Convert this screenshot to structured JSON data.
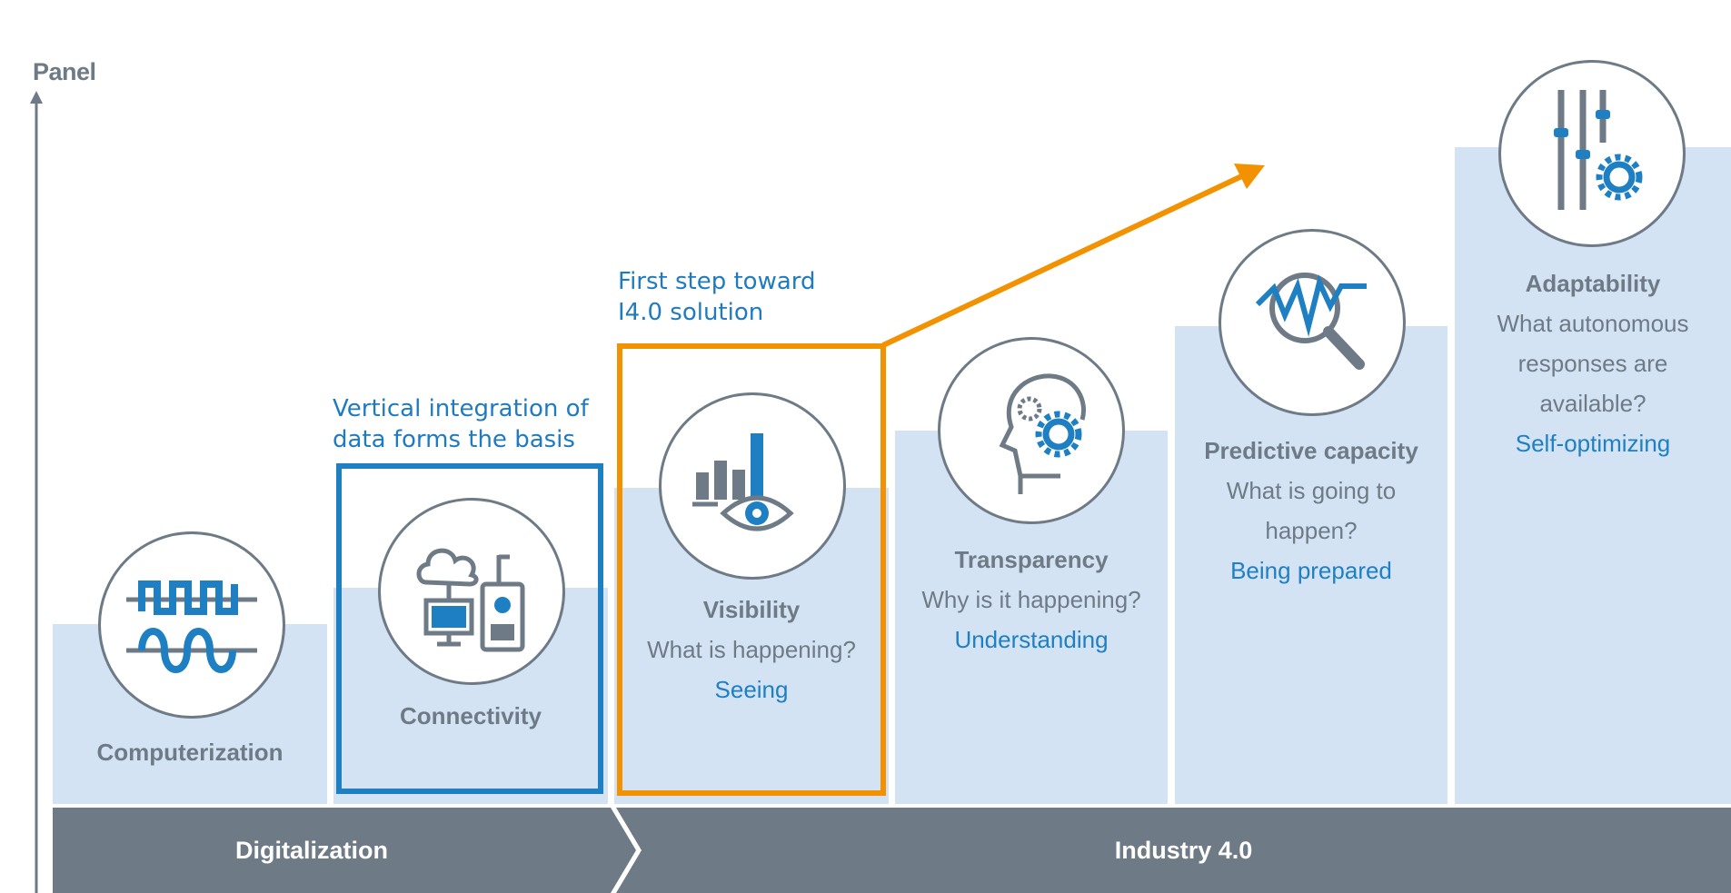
{
  "axis": {
    "label": "Panel"
  },
  "stages": [
    {
      "title": "Computerization",
      "question": "",
      "answer": "",
      "icon": "signal-waves-icon"
    },
    {
      "title": "Connectivity",
      "question": "",
      "answer": "",
      "icon": "cloud-computer-device-icon"
    },
    {
      "title": "Visibility",
      "question": "What is happening?",
      "answer": "Seeing",
      "icon": "chart-eye-icon"
    },
    {
      "title": "Transparency",
      "question": "Why is it happening?",
      "answer": "Understanding",
      "icon": "head-gears-icon"
    },
    {
      "title": "Predictive capacity",
      "question_lines": [
        "What is going to",
        "happen?"
      ],
      "answer": "Being prepared",
      "icon": "magnifier-waveform-icon"
    },
    {
      "title": "Adaptability",
      "question_lines": [
        "What autonomous",
        "responses are",
        "available?"
      ],
      "answer": "Self-optimizing",
      "icon": "sliders-gear-icon"
    }
  ],
  "callouts": {
    "blue": {
      "lines": [
        "Vertical integration of",
        "data forms the basis"
      ],
      "color": "#1f7bc1"
    },
    "orange": {
      "lines": [
        "First step toward",
        "I4.0 solution"
      ],
      "color": "#f39200"
    }
  },
  "bands": {
    "left": "Digitalization",
    "right": "Industry 4.0",
    "color": "#6e7b86"
  },
  "colors": {
    "column_fill": "#d4e3f4",
    "accent_blue": "#1e80c3",
    "gray": "#6e7b86",
    "orange": "#f39200"
  }
}
